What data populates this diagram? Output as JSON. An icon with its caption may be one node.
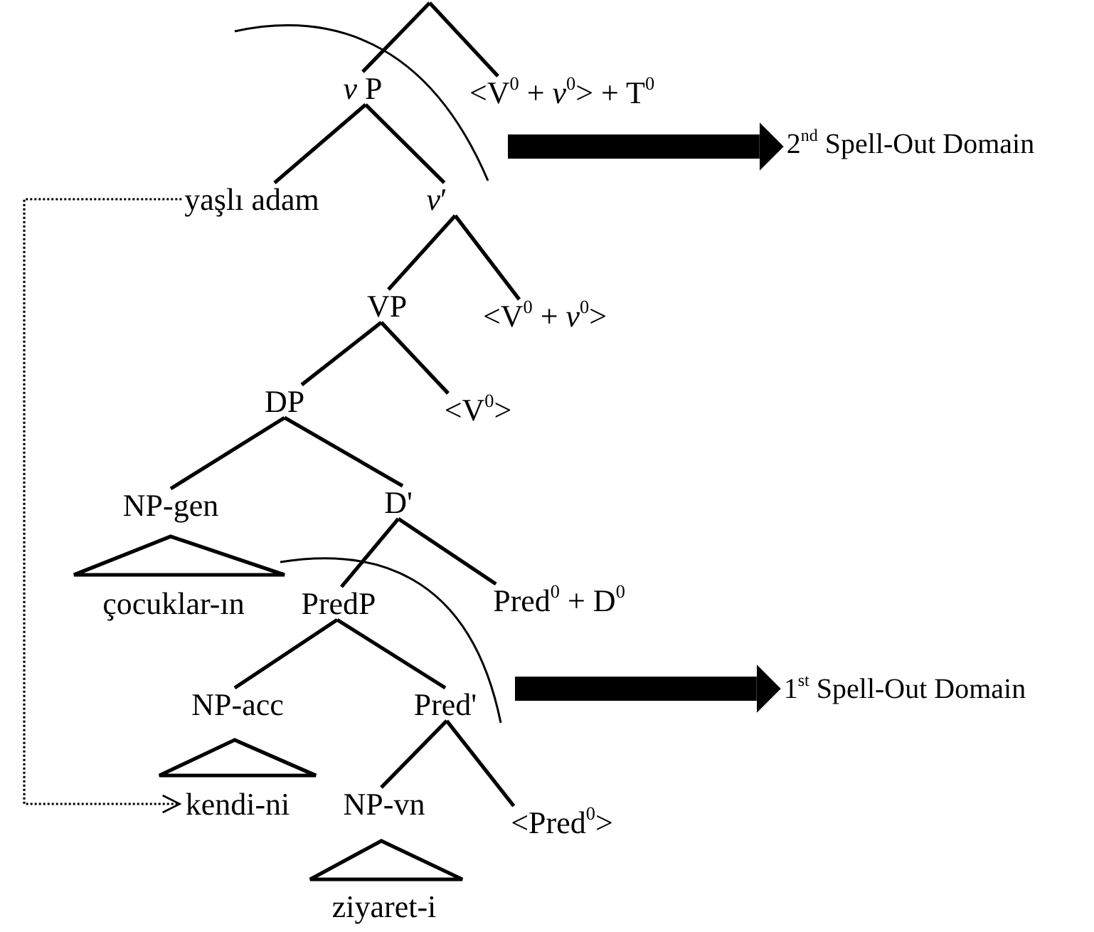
{
  "diagram": {
    "nodes": [
      {
        "text": [
          "*v* P"
        ]
      },
      {
        "text": [
          "<V$^{0}$ + *v*$^{0}$> + T$^{0}$"
        ]
      },
      {
        "text": [
          "yaşlı adam"
        ]
      },
      {
        "text": [
          "*v*′"
        ]
      },
      {
        "text": [
          "VP"
        ]
      },
      {
        "text": [
          "<V$^{0}$ + *v*$^{0}$>"
        ]
      },
      {
        "text": [
          "DP"
        ]
      },
      {
        "text": [
          "<V$^{0}$>"
        ]
      },
      {
        "text": [
          "NP-gen"
        ]
      },
      {
        "text": [
          "D'"
        ]
      },
      {
        "text": [
          "çocuklar-ın"
        ]
      },
      {
        "text": [
          "PredP"
        ]
      },
      {
        "text": [
          "Pred$^{0}$ + D$^{0}$"
        ]
      },
      {
        "text": [
          "NP-acc"
        ]
      },
      {
        "text": [
          "Pred'"
        ]
      },
      {
        "text": [
          "kendi-ni"
        ]
      },
      {
        "text": [
          "NP-vn"
        ]
      },
      {
        "text": [
          "<Pred$^{0}$>"
        ]
      },
      {
        "text": [
          "ziyaret-i"
        ]
      },
      {
        "text": [
          "2$^{nd}$ Spell-Out Domain"
        ]
      },
      {
        "text": [
          "1$^{st}$ Spell-Out Domain"
        ]
      },
      {
        "text": [],
        "shape": "triangle"
      },
      {
        "text": [],
        "shape": "triangle"
      },
      {
        "text": [],
        "shape": "triangle"
      }
    ],
    "edges": [
      {
        "from": null,
        "to": 0,
        "arrow": "none"
      },
      {
        "from": null,
        "to": 1,
        "arrow": "none"
      },
      {
        "from": 0,
        "to": 2,
        "arrow": "none"
      },
      {
        "from": 0,
        "to": 3,
        "arrow": "none"
      },
      {
        "from": 3,
        "to": 4,
        "arrow": "none"
      },
      {
        "from": 3,
        "to": 5,
        "arrow": "none"
      },
      {
        "from": 4,
        "to": 6,
        "arrow": "none"
      },
      {
        "from": 4,
        "to": 7,
        "arrow": "none"
      },
      {
        "from": 6,
        "to": 8,
        "arrow": "none"
      },
      {
        "from": 6,
        "to": 9,
        "arrow": "none"
      },
      {
        "from": 9,
        "to": 11,
        "arrow": "none"
      },
      {
        "from": 9,
        "to": 12,
        "arrow": "none"
      },
      {
        "from": 11,
        "to": 13,
        "arrow": "none"
      },
      {
        "from": 11,
        "to": 14,
        "arrow": "none"
      },
      {
        "from": 14,
        "to": 16,
        "arrow": "none"
      },
      {
        "from": 14,
        "to": 17,
        "arrow": "none"
      },
      {
        "from": 2,
        "to": 15,
        "arrow": "to",
        "style": "dashed"
      },
      {
        "from": null,
        "to": 19,
        "arrow": "to",
        "style": "thick"
      },
      {
        "from": null,
        "to": 20,
        "arrow": "to",
        "style": "thick"
      }
    ]
  }
}
